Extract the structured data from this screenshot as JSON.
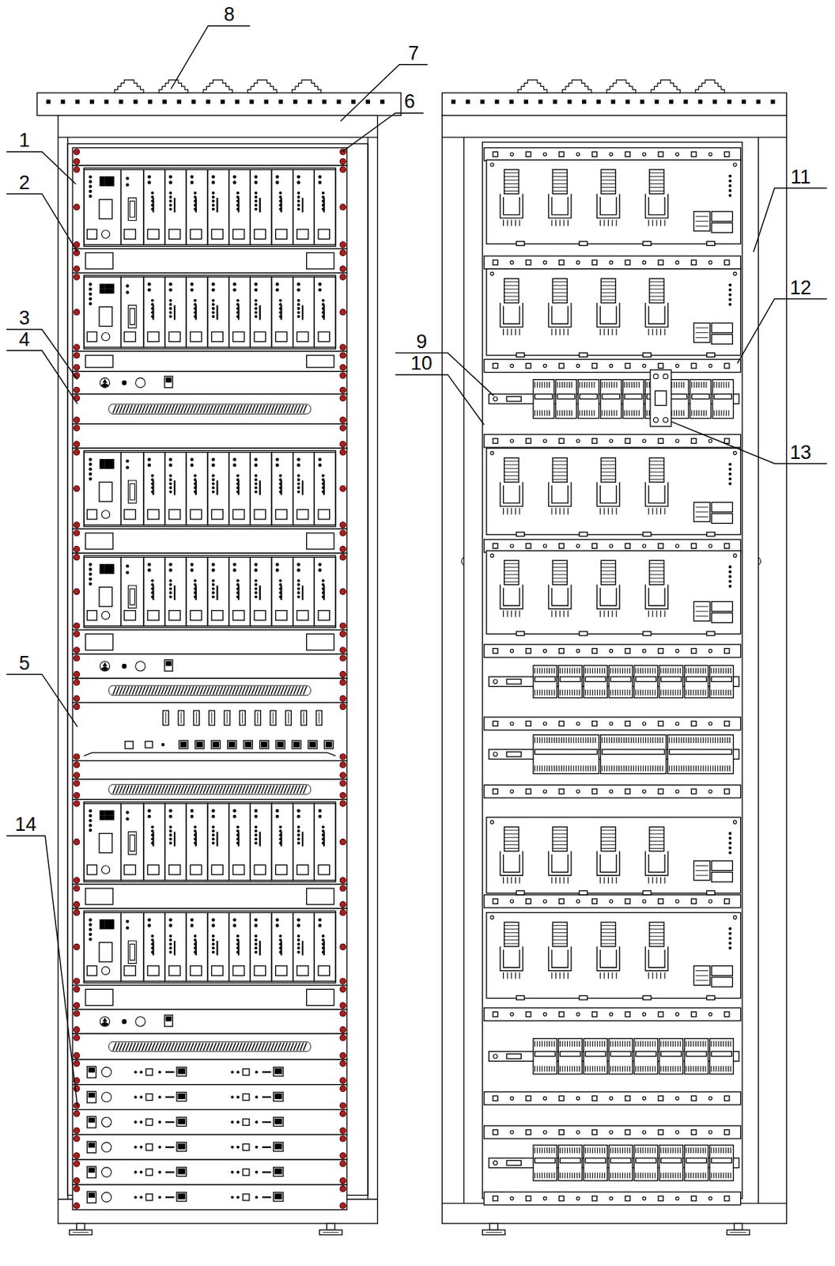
{
  "diagram": {
    "labels": [
      "8",
      "7",
      "6",
      "1",
      "2",
      "3",
      "4",
      "5",
      "14",
      "9",
      "10",
      "11",
      "12",
      "13"
    ]
  }
}
